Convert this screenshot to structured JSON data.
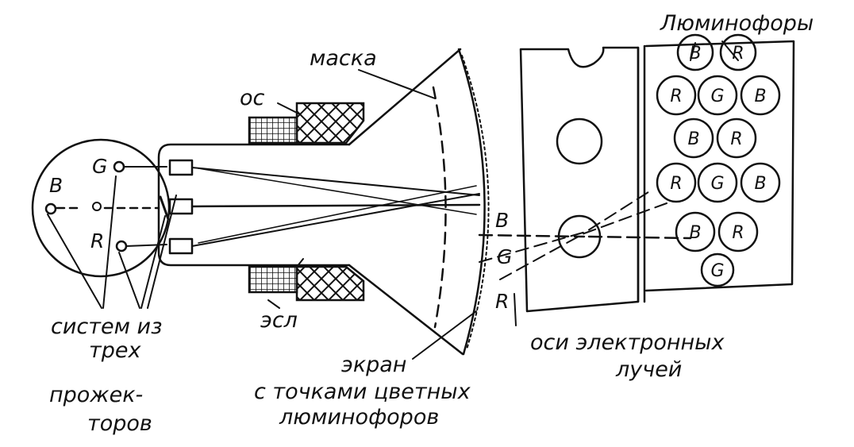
{
  "labels": {
    "mask": "маска",
    "os": "ос",
    "esl": "эсл",
    "phosphors": "Люминофоры",
    "guns_line1": "систем из",
    "guns_line2": "трех",
    "guns_line3": "прожек-",
    "guns_line4": "торов",
    "screen_line1": "экран",
    "screen_line2": "с точками цветных",
    "screen_line3": "люминофоров",
    "beam_axes_line1": "оси электронных",
    "beam_axes_line2": "лучей"
  },
  "gun_letters": {
    "b": "B",
    "g": "G",
    "r": "R"
  },
  "beam_letters": {
    "b": "B",
    "g": "G",
    "r": "R"
  },
  "phosphor_rows": [
    [
      "B",
      "R"
    ],
    [
      "R",
      "G",
      "B"
    ],
    [
      "B",
      "R"
    ],
    [
      "R",
      "G",
      "B"
    ],
    [
      "B",
      "R"
    ],
    [
      "G"
    ]
  ],
  "colors": {
    "ink": "#111111",
    "background": "#ffffff"
  }
}
